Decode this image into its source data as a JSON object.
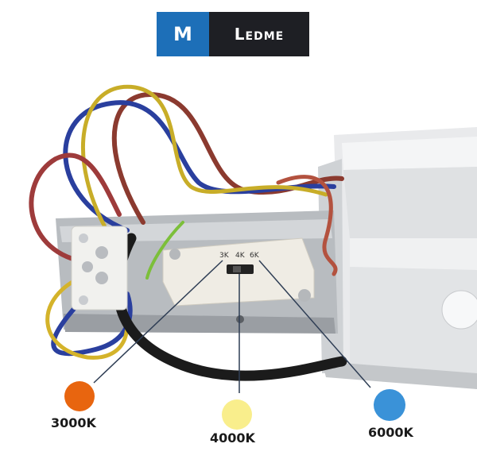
{
  "logo": {
    "letter": "M",
    "name": "Ledme",
    "colors": {
      "letter_bg": "#1d6fb8",
      "name_bg": "#1e1f24"
    }
  },
  "switch": {
    "positions": [
      "3K",
      "4K",
      "6K"
    ],
    "selected": "4K"
  },
  "temperatures": [
    {
      "label": "3000K",
      "color": "#e8650f"
    },
    {
      "label": "4000K",
      "color": "#f9ee8c"
    },
    {
      "label": "6000K",
      "color": "#3a92d8"
    }
  ],
  "icons": [
    "brand-logo",
    "wire-terminal",
    "cct-switch",
    "led-housing"
  ]
}
